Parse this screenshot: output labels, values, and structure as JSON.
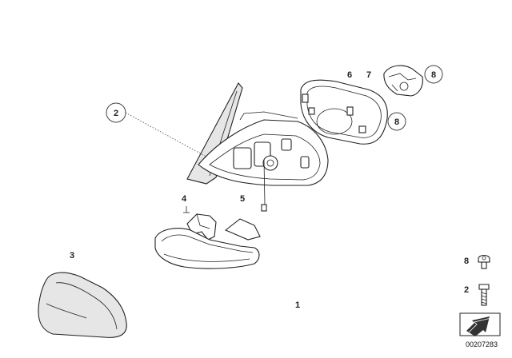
{
  "labels": {
    "p1": "1",
    "p2": "2",
    "p3": "3",
    "p4": "4",
    "p5": "5",
    "p6": "6",
    "p7": "7",
    "p8a": "8",
    "p8b": "8",
    "legend8": "8",
    "legend2": "2"
  },
  "diagram_id": "00207283"
}
